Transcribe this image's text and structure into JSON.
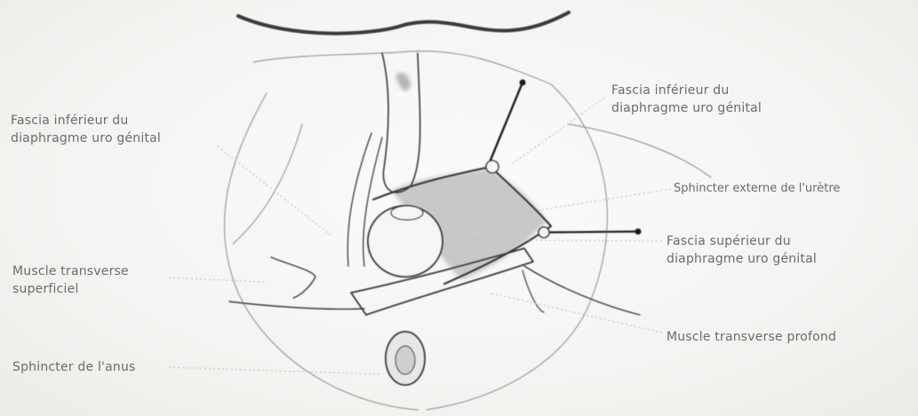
{
  "labels": {
    "fascia_inferieur_left": [
      "Fascia inférieur du",
      "diaphragme uro génital"
    ],
    "muscle_transverse_superficiel": [
      "Muscle transverse",
      "superficiel"
    ],
    "sphincter_anus": "Sphincter de l'anus",
    "fascia_inferieur_right": [
      "Fascia inférieur du",
      "diaphragme uro génital"
    ],
    "sphincter_uretre": "Sphincter externe de l'urètre",
    "fascia_superieur": [
      "Fascia supérieur du",
      "diaphragme uro génital"
    ],
    "muscle_transverse_profond": "Muscle transverse profond"
  },
  "colors": {
    "background": "#f3f3f1",
    "ink": "#3a3a3a",
    "label_text": "#6b6b6b",
    "shading": "#8c8c8c"
  }
}
